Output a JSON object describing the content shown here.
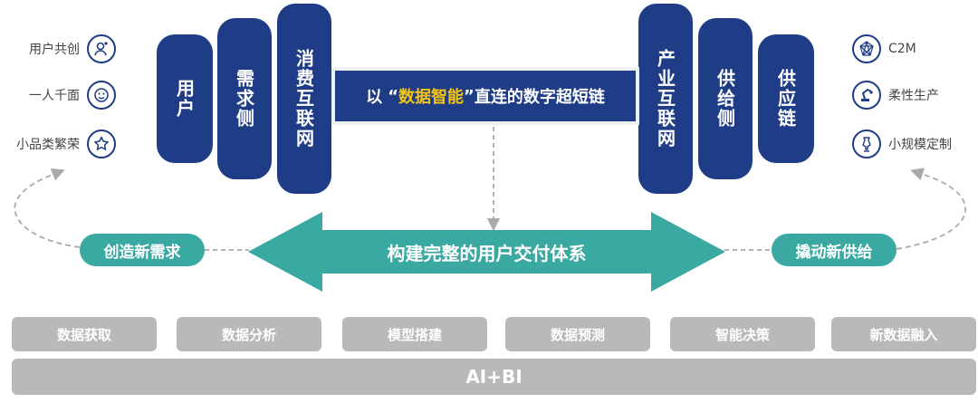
{
  "left_features": [
    {
      "label": "用户共创",
      "icon": "user-check-icon"
    },
    {
      "label": "一人千面",
      "icon": "face-icon"
    },
    {
      "label": "小品类繁荣",
      "icon": "star-icon"
    }
  ],
  "right_features": [
    {
      "label": "C2M",
      "icon": "network-icon"
    },
    {
      "label": "柔性生产",
      "icon": "robot-arm-icon"
    },
    {
      "label": "小规模定制",
      "icon": "dress-form-icon"
    }
  ],
  "left_pillars": [
    "用户",
    "需求侧",
    "消费互联网"
  ],
  "right_pillars": [
    "产业互联网",
    "供给侧",
    "供应链"
  ],
  "bar": {
    "prefix": "以",
    "quote_open": "“",
    "highlight": "数据智能",
    "quote_close": "”",
    "suffix": "直连的数字超短链"
  },
  "arrow_label": "构建完整的用户交付体系",
  "left_badge": "创造新需求",
  "right_badge": "撬动新供给",
  "bottom_items": [
    "数据获取",
    "数据分析",
    "模型搭建",
    "数据预测",
    "智能决策",
    "新数据融入"
  ],
  "base_label": "AI+BI",
  "colors": {
    "navy": "#1f3c86",
    "teal": "#3aa9a2",
    "gold": "#f5c518",
    "gray": "#b9b9b9"
  }
}
